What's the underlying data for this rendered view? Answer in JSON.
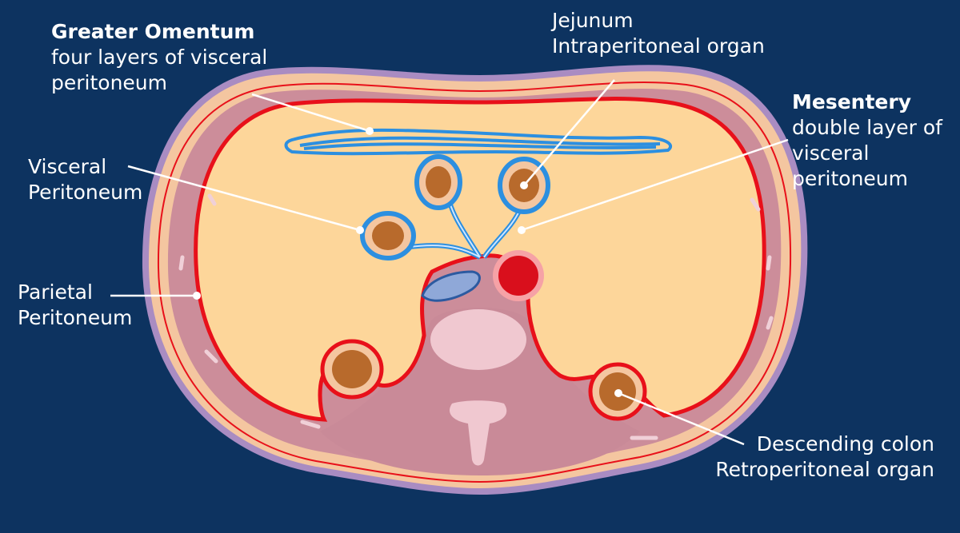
{
  "labels": {
    "greater_omentum": {
      "title": "Greater Omentum",
      "line1": "four layers of visceral",
      "line2": "peritoneum"
    },
    "jejunum": {
      "line1": "Jejunum",
      "line2": "Intraperitoneal organ"
    },
    "mesentery": {
      "title": "Mesentery",
      "line1": "double layer of",
      "line2": "visceral",
      "line3": "peritoneum"
    },
    "visceral_peritoneum": {
      "line1": "Visceral",
      "line2": "Peritoneum"
    },
    "parietal_peritoneum": {
      "line1": "Parietal",
      "line2": "Peritoneum"
    },
    "descending_colon": {
      "line1": "Descending colon",
      "line2": "Retroperitoneal organ"
    }
  },
  "colors": {
    "background": "#0d3360",
    "skin": "#f4c6a0",
    "muscle_wall": "#c98a98",
    "parietal_line": "#e8101a",
    "cavity": "#fdd69a",
    "visceral_blue": "#2c8fe0",
    "organ": "#b86a2c",
    "aorta": "#d90f1c",
    "vena_cava": "#8fa8d8",
    "vertebra": "#f0c8d0",
    "leader_line": "#ffffff"
  }
}
